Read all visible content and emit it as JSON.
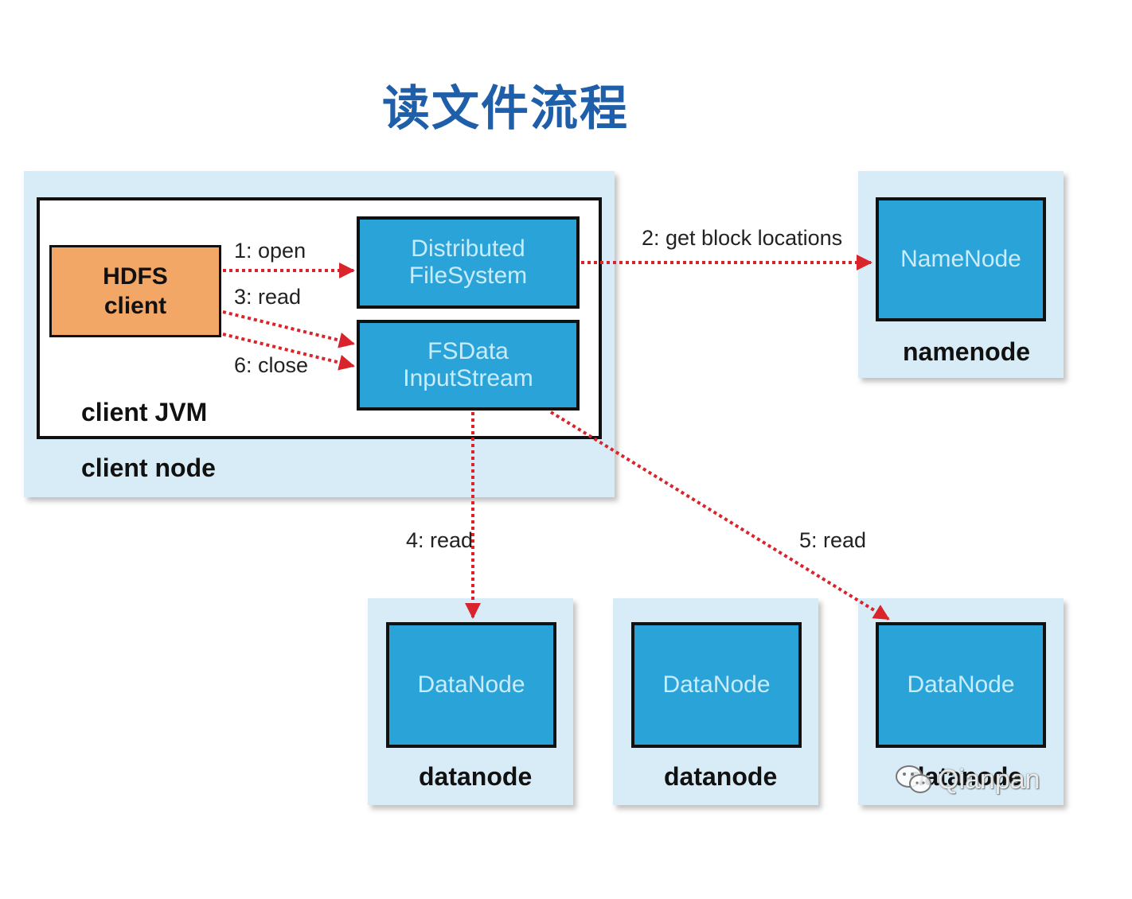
{
  "title": "读文件流程",
  "client_node": {
    "label": "client node",
    "jvm_label": "client JVM",
    "hdfs_client": [
      "HDFS",
      "client"
    ],
    "distributed_fs": [
      "Distributed",
      "FileSystem"
    ],
    "fsdata_stream": [
      "FSData",
      "InputStream"
    ]
  },
  "namenode": {
    "box": "NameNode",
    "label": "namenode"
  },
  "datanodes": [
    {
      "box": "DataNode",
      "label": "datanode"
    },
    {
      "box": "DataNode",
      "label": "datanode"
    },
    {
      "box": "DataNode",
      "label": "datanode"
    }
  ],
  "arrows": {
    "open": "1: open",
    "get_block_locations": "2: get block locations",
    "read_stream": "3: read",
    "read_dn1": "4: read",
    "read_dn3": "5: read",
    "close": "6: close"
  },
  "watermark": "Qianpan",
  "colors": {
    "title": "#1f5ea8",
    "node_background": "#d7ecf6",
    "component_box": "#2aa3d8",
    "client_box": "#f2a766",
    "arrow": "#d9242b"
  }
}
